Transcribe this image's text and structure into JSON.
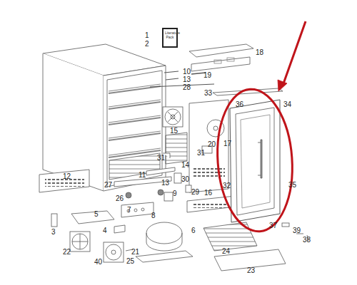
{
  "diagram": {
    "labels": [
      "1",
      "2",
      "Literature Pack",
      "10",
      "13",
      "19",
      "18",
      "28",
      "33",
      "36",
      "34",
      "15",
      "17",
      "20",
      "31",
      "14",
      "31",
      "11",
      "13",
      "30",
      "12",
      "27",
      "29",
      "16",
      "32",
      "35",
      "26",
      "9",
      "7",
      "8",
      "5",
      "3",
      "4",
      "37",
      "39",
      "38",
      "22",
      "6",
      "21",
      "40",
      "24",
      "25",
      "23"
    ]
  }
}
